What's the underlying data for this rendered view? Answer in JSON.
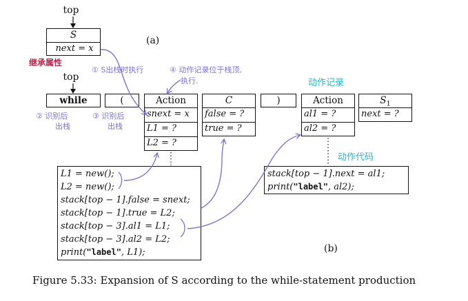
{
  "colors": {
    "ink": "#111111",
    "purple_annot": "#7b74d9",
    "cyan_annot": "#2ab4c8",
    "red_annot": "#c0224e"
  },
  "top_labels": [
    "top",
    "top"
  ],
  "part_labels": {
    "a": "(a)",
    "b": "(b)"
  },
  "stack_a": {
    "symbol": "S",
    "attr": "next = x"
  },
  "stack_b": [
    {
      "header": "while",
      "cells": []
    },
    {
      "header": "(",
      "cells": []
    },
    {
      "header": "Action",
      "cells": [
        "snext = x",
        "L1 = ?",
        "L2 = ?"
      ]
    },
    {
      "header": "C",
      "cells": [
        "false = ?",
        "true = ?"
      ]
    },
    {
      "header": ")",
      "cells": []
    },
    {
      "header": "Action",
      "cells": [
        "al1 = ?",
        "al2 = ?"
      ]
    },
    {
      "header": "S",
      "header_sub": "1",
      "cells": [
        "next = ?"
      ]
    }
  ],
  "code_left": {
    "lines": [
      {
        "pre": "L1 = new();"
      },
      {
        "pre": "L2 = new();"
      },
      {
        "pre": "stack[top − 1].false = snext;"
      },
      {
        "pre": "stack[top − 1].true = L2;"
      },
      {
        "pre": "stack[top − 3].al1 = L1;"
      },
      {
        "pre": "stack[top − 3].al2 = L2;"
      },
      {
        "pre": "print(",
        "mono": "\"label\"",
        "post": ", L1);"
      }
    ]
  },
  "code_right": {
    "lines": [
      {
        "pre": "stack[top − 1].next = al1;"
      },
      {
        "pre": "print(",
        "mono": "\"label\"",
        "post": ", al2);"
      }
    ]
  },
  "annotations": {
    "inherited_attr": "继承属性",
    "step1": "① S出栈时执行",
    "step4_a": "④ 动作记录位于栈顶,",
    "step4_b": "执行.",
    "step2_a": "② 识别后",
    "step2_b": "出栈",
    "step3_a": "③ 识别后",
    "step3_b": "出栈",
    "action_record": "动作记录",
    "action_code": "动作代码"
  },
  "caption": "Figure 5.33: Expansion of S according to the while-statement production"
}
